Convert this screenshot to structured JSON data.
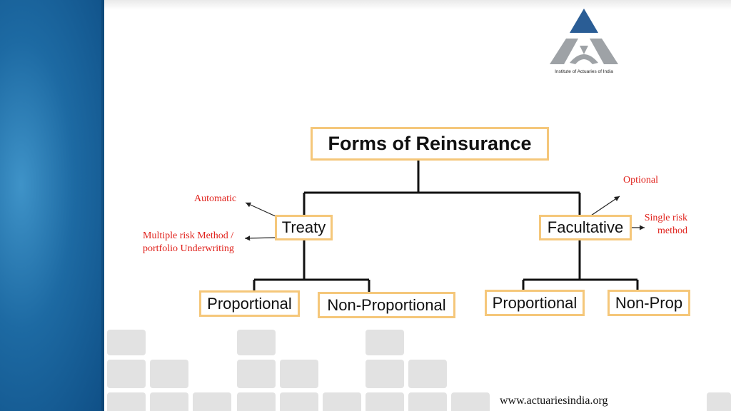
{
  "title": "Forms of Reinsurance",
  "branches": {
    "left": {
      "label": "Treaty",
      "notes": [
        "Automatic",
        "Multiple risk Method / portfolio Underwriting"
      ],
      "children": [
        "Proportional",
        "Non-Proportional"
      ]
    },
    "right": {
      "label": "Facultative",
      "notes": [
        "Optional",
        "Single risk method"
      ],
      "children": [
        "Proportional",
        "Non-Prop"
      ]
    }
  },
  "logo": {
    "caption": "Institute of Actuaries of India",
    "colors": {
      "triangle": "#2a5d95",
      "arms": "#9ea2a6"
    }
  },
  "footer": {
    "website": "www.actuariesindia.org"
  },
  "colors": {
    "side_panel": "#1d6aa3",
    "box_border": "#f5c77a",
    "annotation": "#e0211b"
  }
}
